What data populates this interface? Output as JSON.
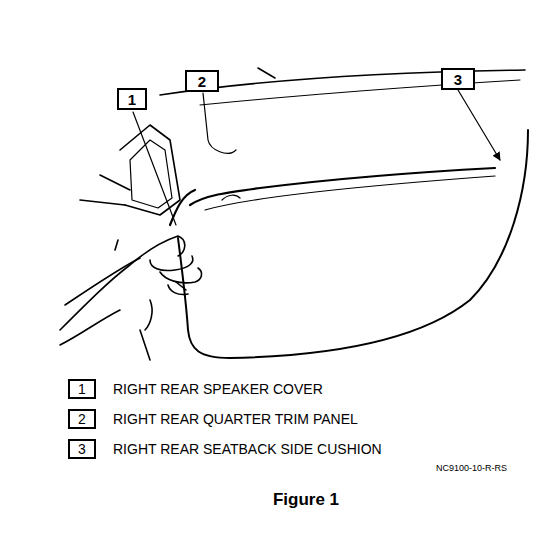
{
  "diagram": {
    "caption": "Figure 1",
    "nodes": [
      {
        "text": [
          "1"
        ]
      },
      {
        "text": [
          "2"
        ]
      },
      {
        "text": [
          "3"
        ]
      },
      {
        "text": [
          "1"
        ]
      },
      {
        "text": [
          "2"
        ]
      },
      {
        "text": [
          "3"
        ]
      }
    ],
    "labels": [
      "RIGHT REAR SPEAKER COVER",
      "RIGHT REAR QUARTER TRIM PANEL",
      "RIGHT REAR SEATBACK SIDE CUSHION",
      "NC9100-10-R-RS"
    ]
  }
}
